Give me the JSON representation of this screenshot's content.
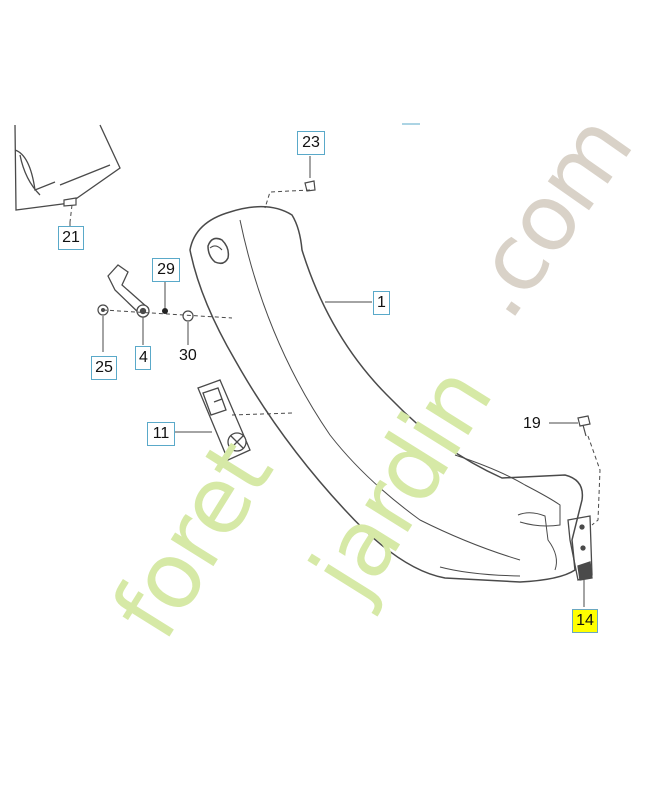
{
  "callouts": {
    "c1": "1",
    "c4": "4",
    "c11": "11",
    "c14": "14",
    "c19": "19",
    "c21": "21",
    "c23": "23",
    "c25": "25",
    "c29": "29",
    "c30": "30"
  },
  "watermark": {
    "part1": "foret",
    "part2": "jardin",
    "part3": ".com"
  },
  "colors": {
    "line": "#4a4a4a",
    "callout_border": "#5aa9c9",
    "highlight": "#ffff00",
    "wm_green": "#d6e9a6",
    "wm_orange": "#f6d2a8",
    "wm_grey": "#d9d2c8"
  }
}
